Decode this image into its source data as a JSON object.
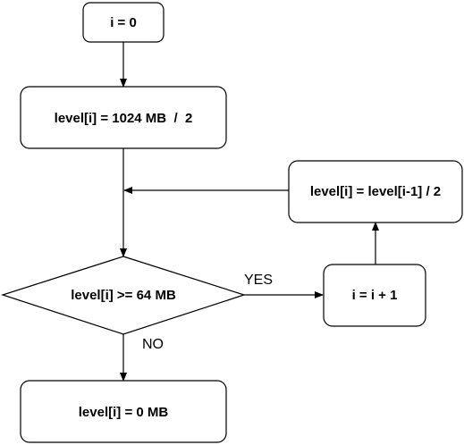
{
  "nodes": {
    "init": "i = 0",
    "first_level": "level[i] = 1024 MB  /  2",
    "condition": "level[i] >= 64 MB",
    "increment": "i = i + 1",
    "halve": "level[i] = level[i-1] / 2",
    "final": "level[i] = 0 MB"
  },
  "edges": {
    "yes_label": "YES",
    "no_label": "NO"
  }
}
